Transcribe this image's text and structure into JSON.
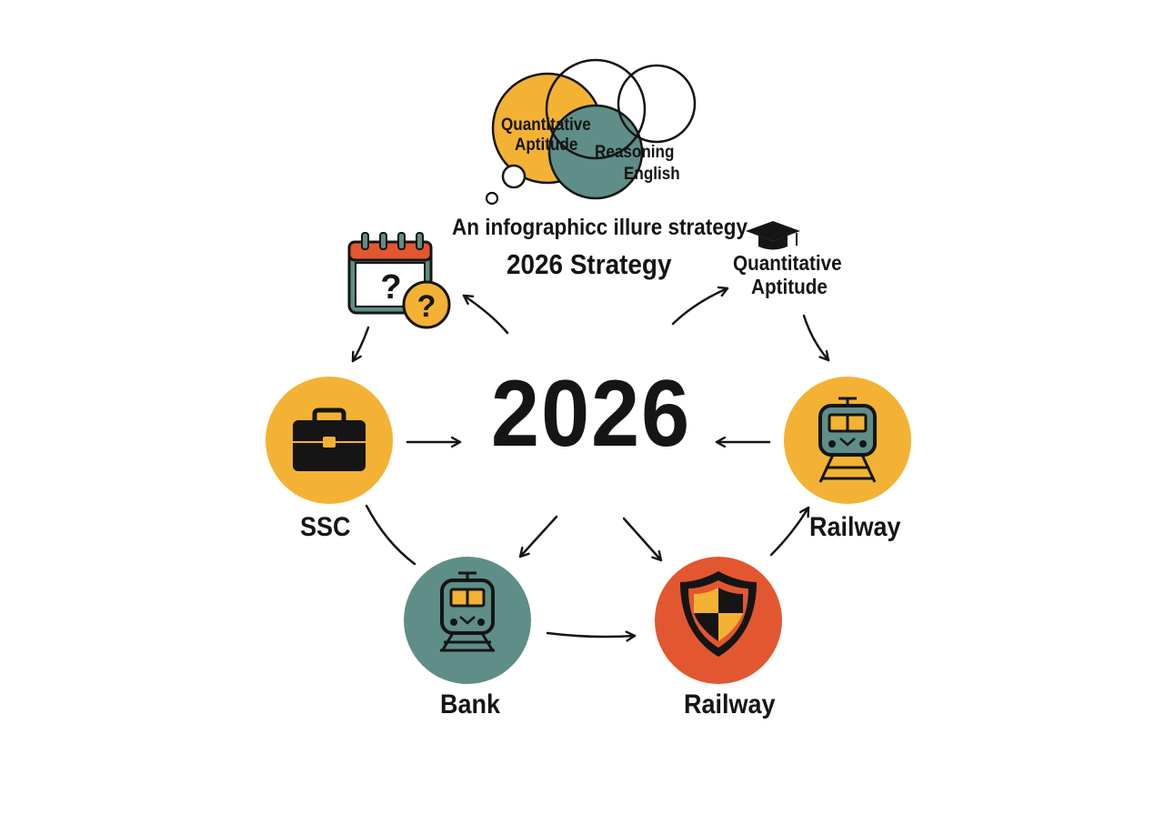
{
  "venn": {
    "label_quant_line1": "Quantitative",
    "label_quant_line2": "Aptitude",
    "label_reasoning": "Reasoning",
    "label_english": "English"
  },
  "heading": {
    "line1": "An infographicc illure strategy",
    "line2": "2026 Strategy"
  },
  "topic_right": {
    "line1": "Quantitative",
    "line2": "Aptitude"
  },
  "center": {
    "year": "2026"
  },
  "nodes": {
    "ssc": "SSC",
    "bank": "Bank",
    "railway_bottom": "Railway",
    "railway_right": "Railway"
  },
  "colors": {
    "yellow": "#F3B233",
    "teal": "#5E8E87",
    "red": "#E2572F",
    "dark": "#151515"
  },
  "icons": {
    "calendar": "calendar-question-icon",
    "cap": "graduation-cap-icon",
    "ssc": "briefcase-icon",
    "bank": "train-icon",
    "railway_right": "train-icon",
    "railway_bottom": "shield-icon"
  }
}
